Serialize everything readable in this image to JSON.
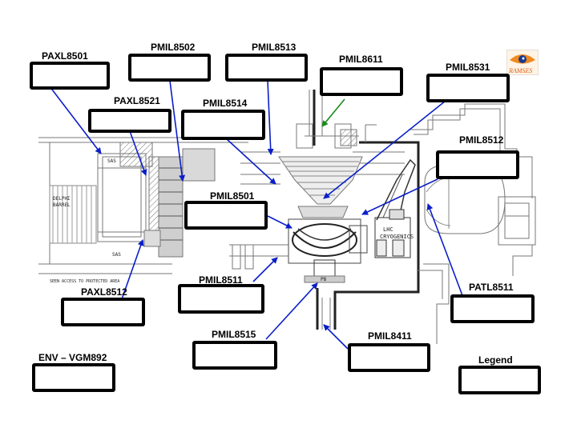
{
  "sensors": {
    "paxl8501": "PAXL8501",
    "pmil8502": "PMIL8502",
    "pmil8513": "PMIL8513",
    "pmil8611": "PMIL8611",
    "pmil8531": "PMIL8531",
    "paxl8521": "PAXL8521",
    "pmil8514": "PMIL8514",
    "pmil8512": "PMIL8512",
    "pmil8501": "PMIL8501",
    "paxl8512": "PAXL8512",
    "pmil8511": "PMIL8511",
    "patl8511": "PATL8511",
    "pmil8515": "PMIL8515",
    "pmil8411": "PMIL8411",
    "env_vgm892": "ENV – VGM892",
    "legend": "Legend"
  },
  "drawing_labels": {
    "lhc_cryogenics_1": "LHC",
    "lhc_cryogenics_2": "CRYOGENICS",
    "delpha_1": "DELPHI",
    "delpha_2": "BARREL",
    "sas_top": "SAS",
    "sas_bottom": "SAS",
    "pb": "PB",
    "bottom_note": "SEEN ACCESS TO PROTECTED AREA"
  },
  "logo": {
    "text": "RAMSES",
    "colors": {
      "eye": "#f08a1e",
      "pupil": "#1a3a8c"
    }
  },
  "colors": {
    "arrow": "#0a1ec8",
    "arrow_green": "#1a8a1a",
    "box_border": "#000000",
    "drawing": "#666666"
  }
}
